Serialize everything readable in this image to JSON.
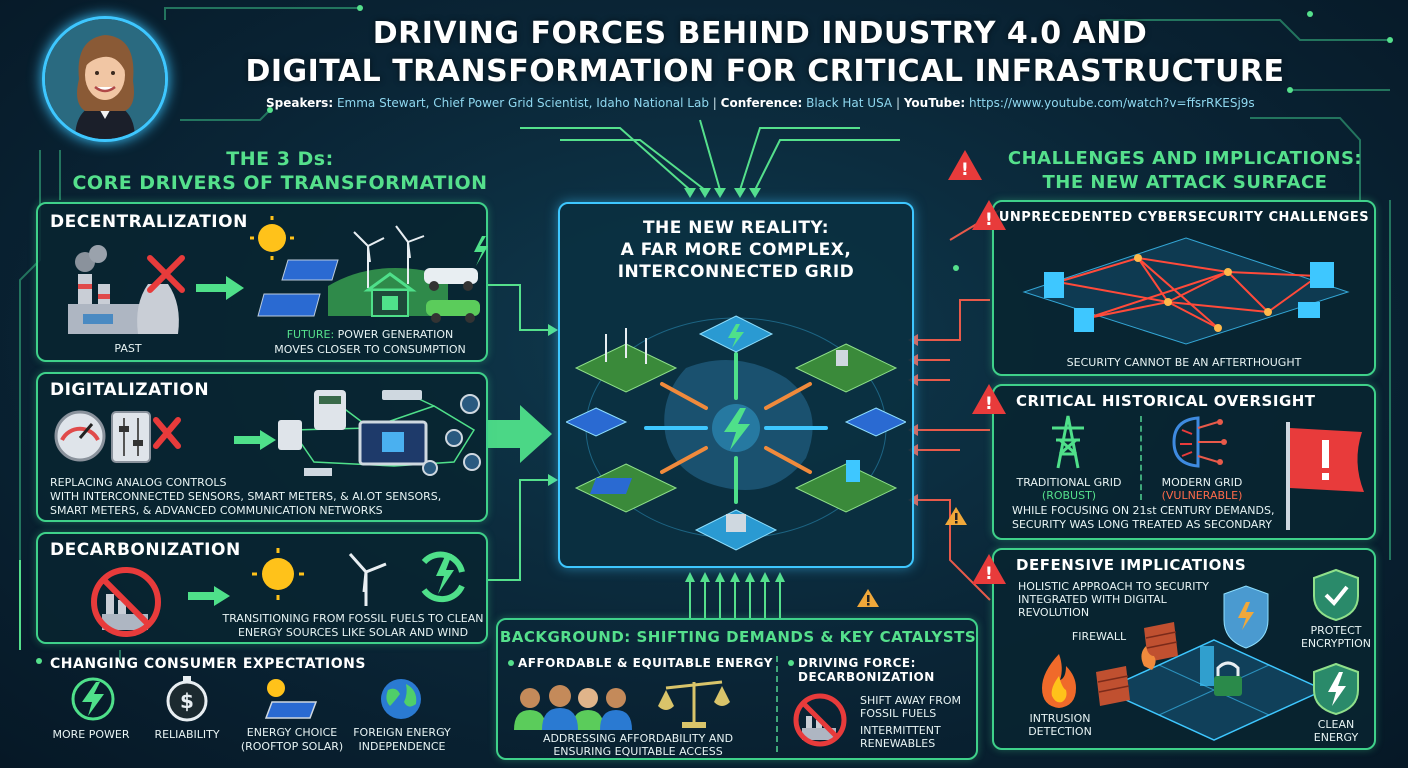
{
  "header": {
    "title_line1": "DRIVING FORCES BEHIND INDUSTRY 4.0 AND",
    "title_line2": "DIGITAL TRANSFORMATION FOR CRITICAL INFRASTRUCTURE",
    "speakers_label": "Speakers:",
    "speakers_value": "Emma Stewart, Chief Power Grid Scientist, Idaho National Lab",
    "separator": "|",
    "conference_label": "Conference:",
    "conference_value": "Black Hat USA",
    "youtube_label": "YouTube:",
    "youtube_value": "https://www.youtube.com/watch?v=ffsrRKESj9s"
  },
  "drivers": {
    "heading_line1": "THE 3 Ds:",
    "heading_line2": "CORE DRIVERS OF TRANSFORMATION",
    "decentralization": {
      "title": "DECENTRALIZATION",
      "past_label": "PAST",
      "future_prefix": "FUTURE:",
      "future_text_1": "POWER GENERATION",
      "future_text_2": "MOVES CLOSER TO CONSUMPTION"
    },
    "digitalization": {
      "title": "DIGITALIZATION",
      "text_1": "REPLACING ANALOG CONTROLS",
      "text_2": "WITH INTERCONNECTED SENSORS, SMART METERS, & AI.OT SENSORS,",
      "text_3": "SMART METERS, & ADVANCED COMMUNICATION NETWORKS"
    },
    "decarbonization": {
      "title": "DECARBONIZATION",
      "text_1": "TRANSITIONING FROM FOSSIL FUELS TO CLEAN",
      "text_2": "ENERGY SOURCES LIKE SOLAR AND WIND"
    }
  },
  "consumer": {
    "heading": "CHANGING CONSUMER EXPECTATIONS",
    "items": [
      {
        "line1": "MORE POWER",
        "line2": ""
      },
      {
        "line1": "RELIABILITY",
        "line2": ""
      },
      {
        "line1": "ENERGY CHOICE",
        "line2": "(ROOFTOP SOLAR)"
      },
      {
        "line1": "FOREIGN ENERGY",
        "line2": "INDEPENDENCE"
      }
    ]
  },
  "center": {
    "title_1": "THE NEW REALITY:",
    "title_2": "A FAR MORE COMPLEX,",
    "title_3": "INTERCONNECTED GRID"
  },
  "background": {
    "heading": "BACKGROUND: SHIFTING DEMANDS & KEY CATALYSTS",
    "affordable_heading": "AFFORDABLE & EQUITABLE ENERGY",
    "affordable_text_1": "ADDRESSING AFFORDABILITY AND",
    "affordable_text_2": "ENSURING EQUITABLE ACCESS",
    "driving_heading_1": "DRIVING FORCE:",
    "driving_heading_2": "DECARBONIZATION",
    "driving_text_1": "SHIFT AWAY FROM",
    "driving_text_2": "FOSSIL FUELS",
    "driving_text_3": "INTERMITTENT",
    "driving_text_4": "RENEWABLES"
  },
  "challenges": {
    "heading_line1": "CHALLENGES AND IMPLICATIONS:",
    "heading_line2": "THE NEW ATTACK SURFACE",
    "cyber": {
      "title": "UNPRECEDENTED CYBERSECURITY CHALLENGES",
      "caption": "SECURITY CANNOT BE AN AFTERTHOUGHT"
    },
    "oversight": {
      "title": "CRITICAL HISTORICAL OVERSIGHT",
      "traditional_1": "TRADITIONAL GRID",
      "traditional_2": "(ROBUST)",
      "modern_1": "MODERN GRID",
      "modern_2": "(VULNERABLE)",
      "text_1": "WHILE FOCUSING ON 21st CENTURY DEMANDS,",
      "text_2": "SECURITY WAS LONG TREATED AS SECONDARY"
    },
    "defensive": {
      "title": "DEFENSIVE IMPLICATIONS",
      "text_1": "HOLISTIC APPROACH TO SECURITY",
      "text_2": "INTEGRATED WITH DIGITAL",
      "text_3": "REVOLUTION",
      "firewall": "FIREWALL",
      "protect_1": "PROTECT",
      "protect_2": "ENCRYPTION",
      "intrusion_1": "INTRUSION",
      "intrusion_2": "DETECTION",
      "clean_1": "CLEAN",
      "clean_2": "ENERGY"
    }
  },
  "colors": {
    "accent_green": "#55e08c",
    "accent_blue": "#3ec7ff",
    "alert_red": "#e83b3b",
    "arrow_orange": "#f08a3c",
    "background": "#0a2536"
  },
  "icons": [
    "speaker-portrait",
    "coal-plant-icon",
    "red-x-icon",
    "sun-icon",
    "solar-panel-icon",
    "wind-turbine-icon",
    "electric-car-icon",
    "house-battery-icon",
    "gauge-icon",
    "slider-control-icon",
    "smart-meter-icon",
    "monitor-chip-icon",
    "no-fossil-icon",
    "recycle-bolt-icon",
    "lightning-icon",
    "stopwatch-dollar-icon",
    "rooftop-solar-icon",
    "globe-icon",
    "people-group-icon",
    "scales-icon",
    "warning-icon",
    "transmission-tower-icon",
    "brain-circuit-icon",
    "red-flag-icon",
    "firewall-icon",
    "shield-lock-icon",
    "flame-icon",
    "padlock-icon",
    "shield-check-icon",
    "shield-bolt-icon"
  ]
}
